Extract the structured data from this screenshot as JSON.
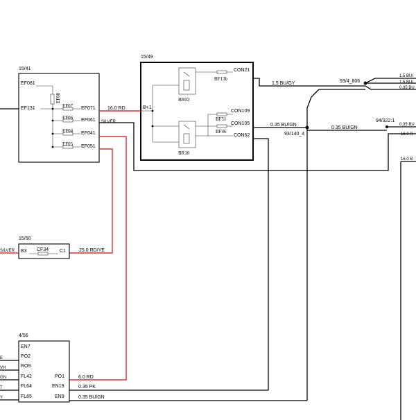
{
  "colors": {
    "wire": "#000000",
    "power_wire": "#e03030",
    "background": "#ffffff"
  },
  "box_1541": {
    "title": "15/41",
    "pins_left": [
      "EF081",
      "EF131"
    ],
    "fuses": [
      "EF08",
      "EF07",
      "EF06",
      "EF04",
      "EF05"
    ],
    "pins_right": [
      "EF071",
      "EF061",
      "EF041",
      "EF051"
    ]
  },
  "box_1549": {
    "title": "15/49",
    "supply": "B+1",
    "relays": [
      "BR02",
      "BR10"
    ],
    "fuses": [
      "BF13b",
      "BF51",
      "BF46"
    ],
    "pins": [
      "CON21",
      "CON109",
      "CON105",
      "CON62"
    ]
  },
  "box_1550": {
    "title": "15/50",
    "pin_left": "B3",
    "fuse": "CF34",
    "pin_right": "C1"
  },
  "box_456": {
    "title": "4/56",
    "pins_left": [
      "EN7",
      "PO2",
      "RO9",
      "FL42",
      "FL64",
      "FL65"
    ],
    "pins_right": [
      "PO1",
      "EN19",
      "EN9"
    ]
  },
  "wires": {
    "w_16rd": "16.0 RD",
    "w_silver_top": "SILVER",
    "w_15bugy": "1.5 BU/GY",
    "w_035bugn_a": "0.35 BU/GN",
    "w_035bugn_b": "0.35 BU/GN",
    "w_25rdye": "25.0 RD/YE",
    "w_silver_left": "SILVER",
    "w_6rd": "6.0 RD",
    "w_035pk": "0.35 PK",
    "w_035bugn_c": "0.35 BU/GN"
  },
  "splices": {
    "s1": "93/4_806",
    "s2": "93/140_4",
    "s3": "94/322:1"
  },
  "right_edge": {
    "r1": "1.5 BU/",
    "r2": "1.5 BU/",
    "r3": "0.35 BU",
    "r4": "0.35 BU",
    "r5": "16.0 R",
    "r6": "16.0 B"
  },
  "left_edge": {
    "l1": "E",
    "l2": "VH",
    "l3": "GN",
    "l4": "T",
    "l5": "Y"
  }
}
